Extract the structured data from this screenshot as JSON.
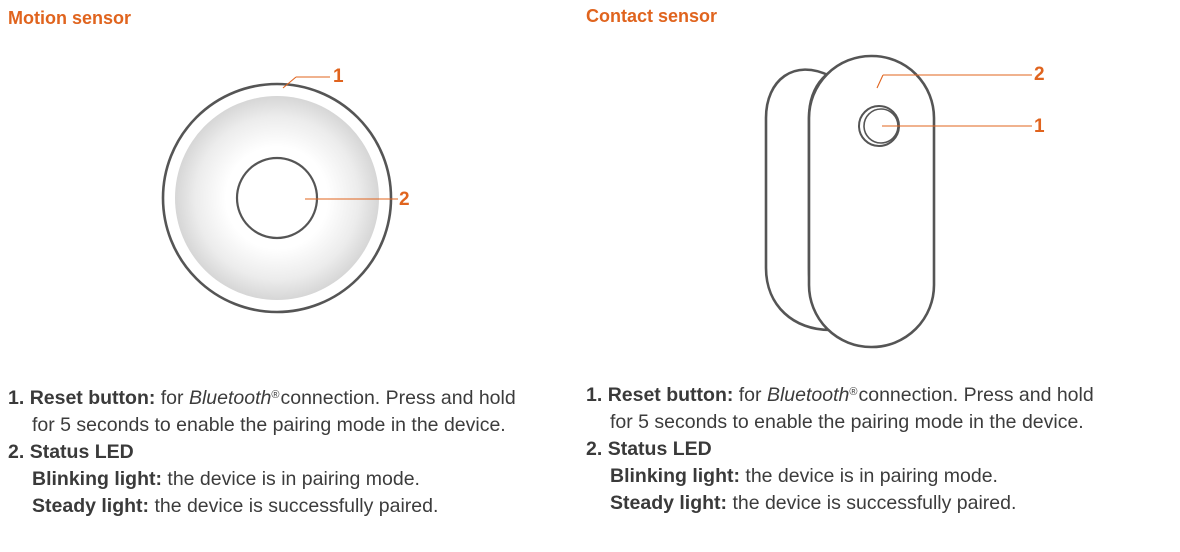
{
  "motion": {
    "title": "Motion sensor",
    "callouts": {
      "one": "1",
      "two": "2"
    },
    "items": {
      "reset": {
        "number": "1.",
        "label": "Reset button:",
        "text_before": "for",
        "brand": "Bluetooth",
        "registered": "®",
        "text_after": "connection.  Press and hold",
        "line2": "for 5 seconds to enable the pairing mode in the device."
      },
      "status": {
        "number": "2.",
        "label": "Status LED",
        "blinking_label": "Blinking  light:",
        "blinking_text": "the device is in pairing mode.",
        "steady_label": "Steady light:",
        "steady_text": "the device is successfully paired."
      }
    }
  },
  "contact": {
    "title": "Contact  sensor",
    "callouts": {
      "one": "1",
      "two": "2"
    },
    "items": {
      "reset": {
        "number": "1.",
        "label": "Reset button:",
        "text_before": "for",
        "brand": "Bluetooth",
        "registered": "®",
        "text_after": "connection.  Press and hold",
        "line2": "for 5 seconds to enable the pairing mode in the device."
      },
      "status": {
        "number": "2.",
        "label": "Status LED",
        "blinking_label": "Blinking  light:",
        "blinking_text": "the device is in pairing mode.",
        "steady_label": "Steady light:",
        "steady_text": " the device is successfully paired."
      }
    }
  },
  "colors": {
    "accent": "#e0641e",
    "outline": "#555555",
    "text": "#3c3c3c"
  }
}
